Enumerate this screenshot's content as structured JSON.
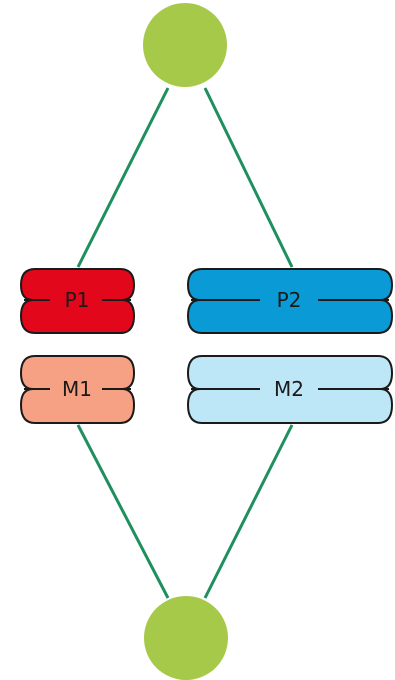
{
  "diagram": {
    "colors": {
      "spindle": "#1f8f5f",
      "pole": "#a6c94a",
      "p1": "#e2071b",
      "p2": "#0a9bd6",
      "m1": "#f7a184",
      "m2": "#bde6f7",
      "outline": "#1a1a1a"
    },
    "poles": [
      {
        "id": "top",
        "name": "top-pole"
      },
      {
        "id": "bottom",
        "name": "bottom-pole"
      }
    ],
    "chromosomes": [
      {
        "id": "p1",
        "label": "P1"
      },
      {
        "id": "p2",
        "label": "P2"
      },
      {
        "id": "m1",
        "label": "M1"
      },
      {
        "id": "m2",
        "label": "M2"
      }
    ]
  }
}
